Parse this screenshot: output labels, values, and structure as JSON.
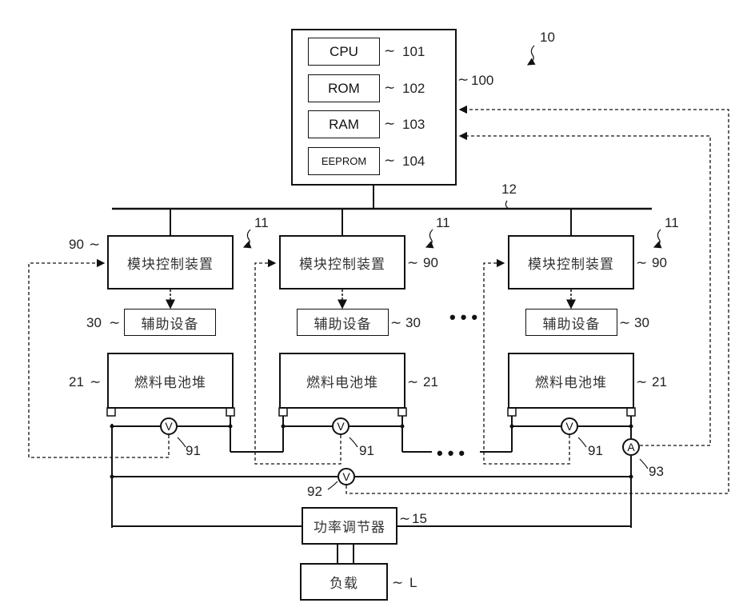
{
  "figure_ref": "10",
  "controller": {
    "ref": "100",
    "items": [
      {
        "label": "CPU",
        "ref": "101"
      },
      {
        "label": "ROM",
        "ref": "102"
      },
      {
        "label": "RAM",
        "ref": "103"
      },
      {
        "label": "EEPROM",
        "ref": "104"
      }
    ]
  },
  "bus_ref": "12",
  "modules": [
    {
      "ref": "11",
      "controller_label": "模块控制装置",
      "controller_ref": "90",
      "aux_label": "辅助设备",
      "aux_ref": "30",
      "stack_label": "燃料电池堆",
      "stack_ref": "21",
      "voltmeter_symbol": "V",
      "voltmeter_ref": "91"
    },
    {
      "ref": "11",
      "controller_label": "模块控制装置",
      "controller_ref": "90",
      "aux_label": "辅助设备",
      "aux_ref": "30",
      "stack_label": "燃料电池堆",
      "stack_ref": "21",
      "voltmeter_symbol": "V",
      "voltmeter_ref": "91"
    },
    {
      "ref": "11",
      "controller_label": "模块控制装置",
      "controller_ref": "90",
      "aux_label": "辅助设备",
      "aux_ref": "30",
      "stack_label": "燃料电池堆",
      "stack_ref": "21",
      "voltmeter_symbol": "V",
      "voltmeter_ref": "91"
    }
  ],
  "ellipsis": "•••",
  "total_voltmeter": {
    "symbol": "V",
    "ref": "92"
  },
  "ammeter": {
    "symbol": "A",
    "ref": "93"
  },
  "power_conditioner": {
    "label": "功率调节器",
    "ref": "15"
  },
  "load": {
    "label": "负载",
    "ref": "L"
  },
  "tilde": "∼"
}
